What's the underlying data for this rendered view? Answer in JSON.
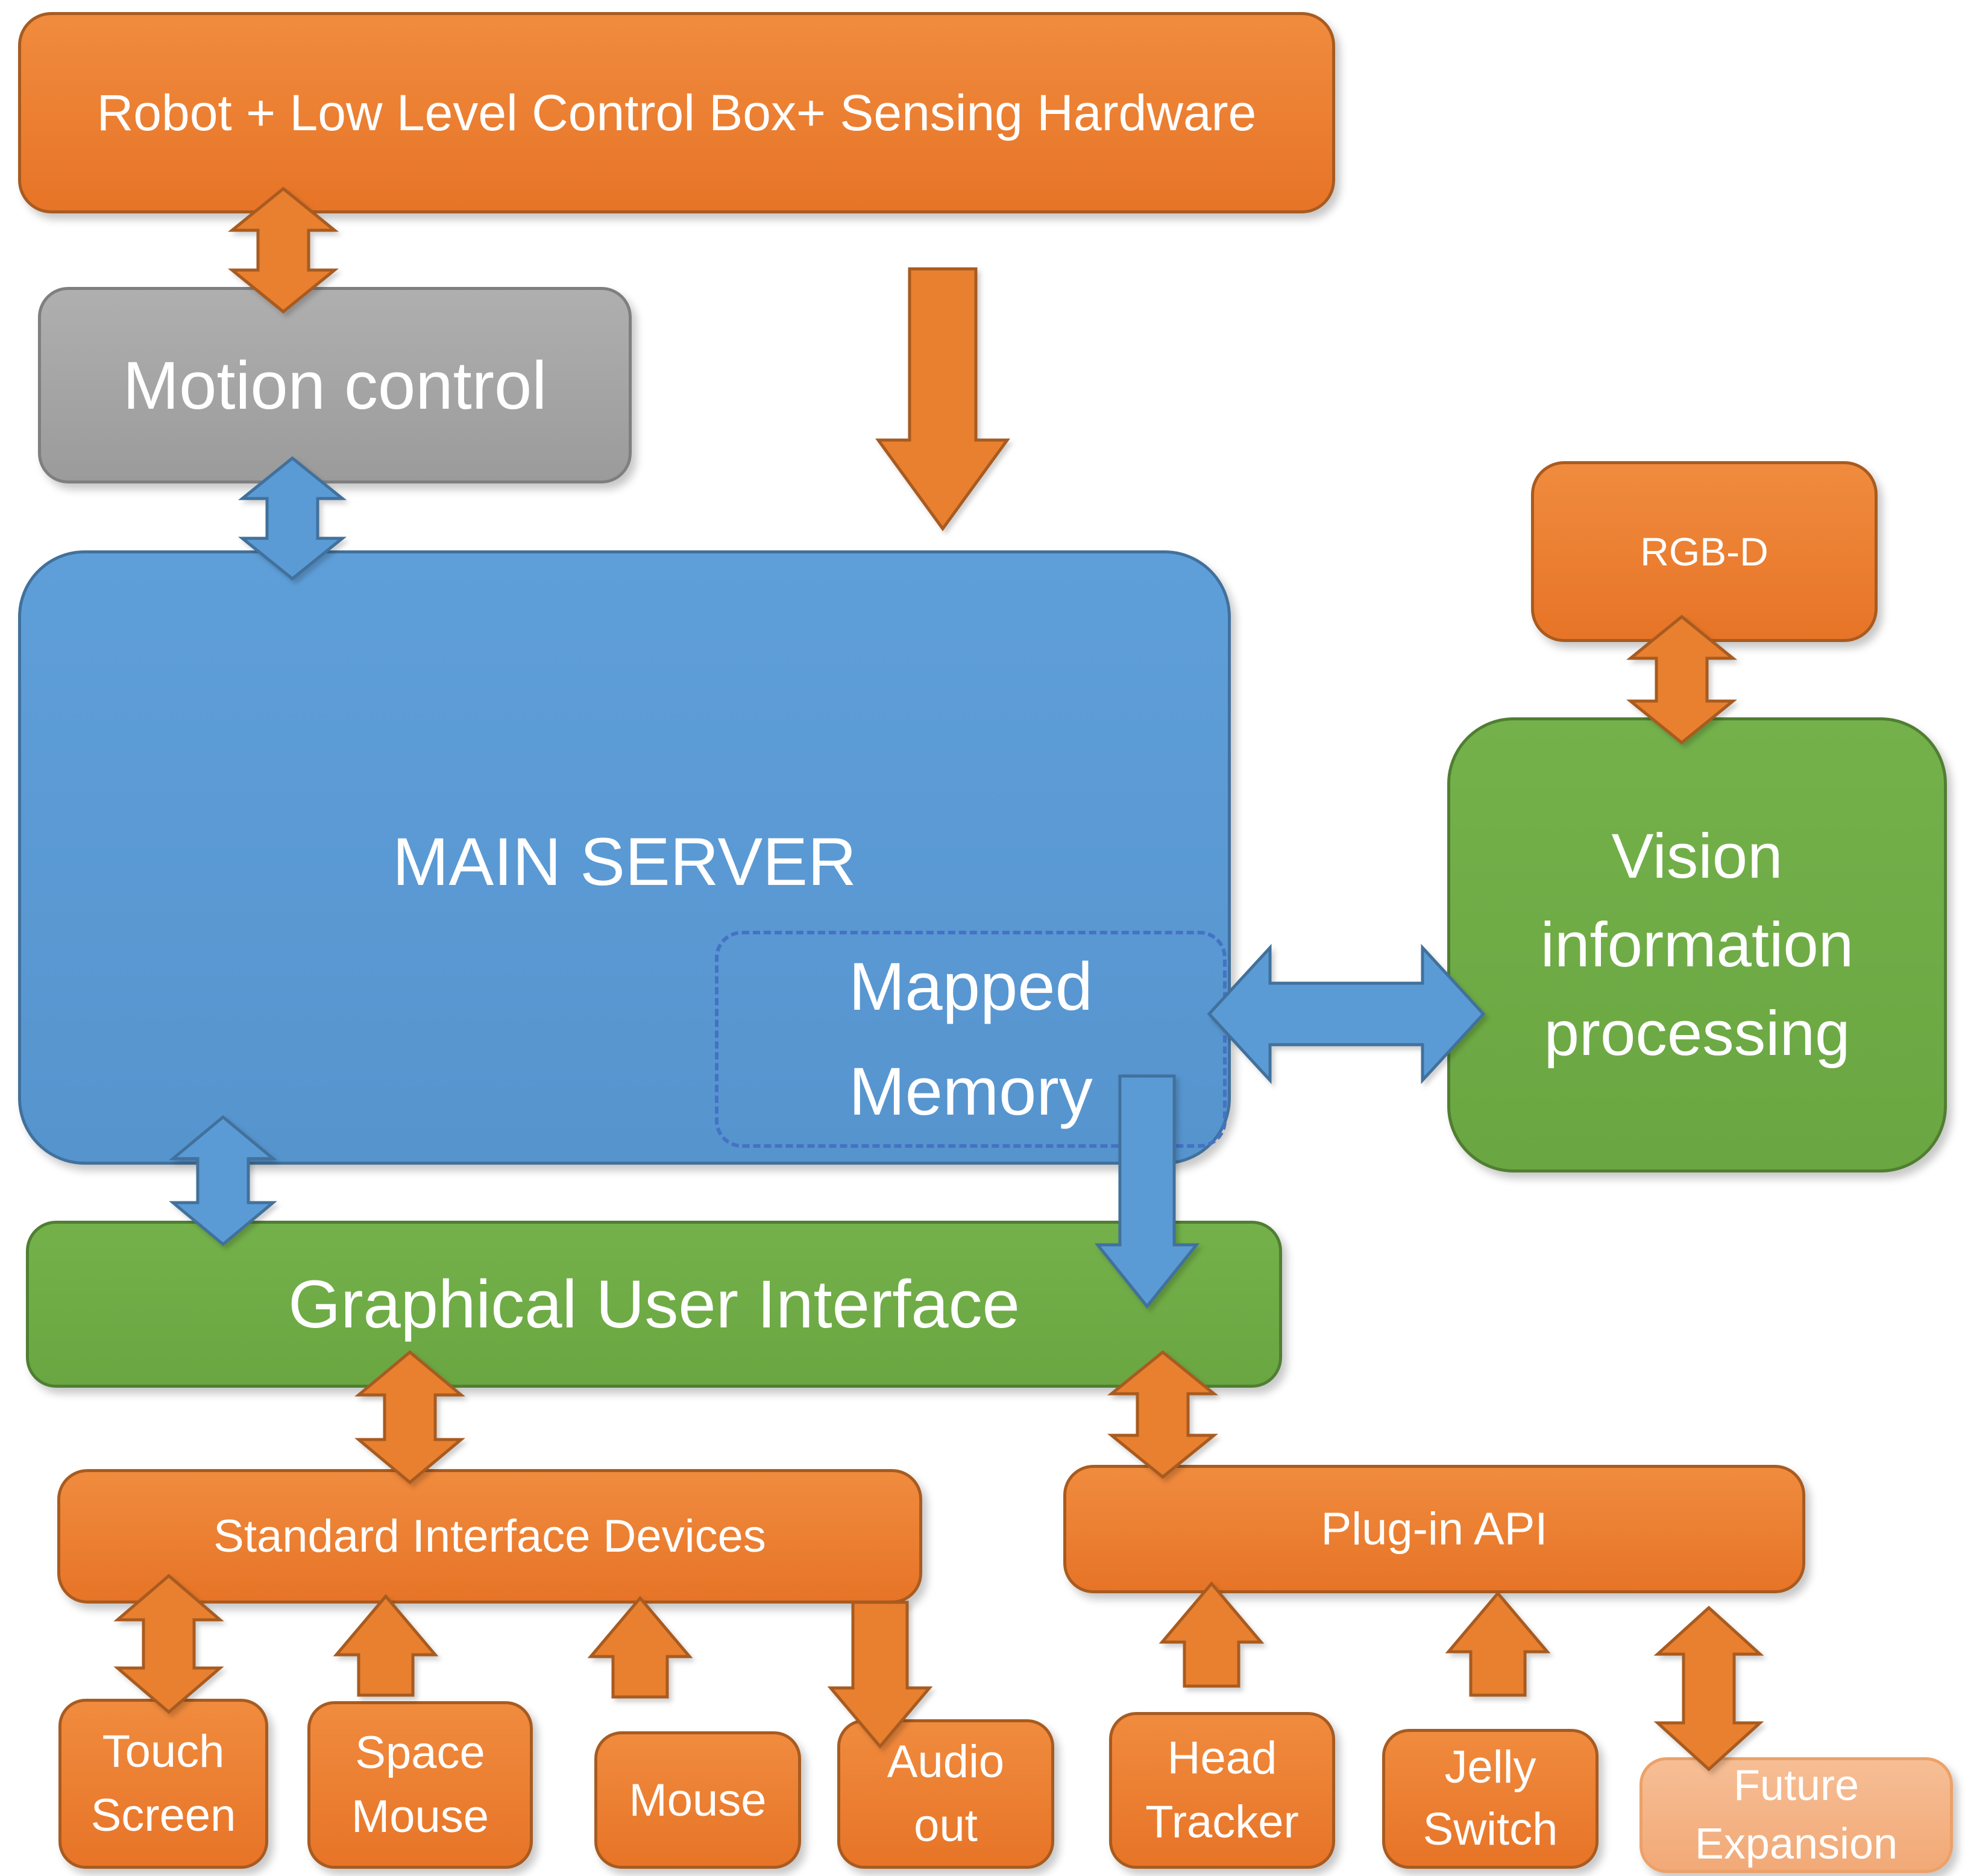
{
  "colors": {
    "orange": "#E8802F",
    "orange_light": "#F08B3E",
    "orange_dark": "#E77427",
    "orange_border": "#A85B20",
    "orange_pale": "#F4B183",
    "orange_pale_border": "#EDA168",
    "blue": "#5B9BD5",
    "blue_border": "#41719C",
    "green": "#70AD47",
    "green_border": "#507E32",
    "gray": "#A5A5A5",
    "gray_border": "#7F7F7F",
    "dash_blue": "#4472C4",
    "text_white": "#FFFFFF"
  },
  "nodes": {
    "robot": {
      "label": "Robot + Low Level Control Box+ Sensing Hardware"
    },
    "motion": {
      "label": "Motion control"
    },
    "server": {
      "label": "MAIN SERVER"
    },
    "mapped": {
      "label": "Mapped\nMemory"
    },
    "rgbd": {
      "label": "RGB-D"
    },
    "vision": {
      "label": "Vision\ninformation\nprocessing"
    },
    "gui": {
      "label": "Graphical User Interface"
    },
    "sid": {
      "label": "Standard Interface Devices"
    },
    "plugin": {
      "label": "Plug-in API"
    },
    "touch": {
      "label": "Touch\nScreen"
    },
    "space": {
      "label": "Space\nMouse"
    },
    "mouse": {
      "label": "Mouse"
    },
    "audio": {
      "label": "Audio\nout"
    },
    "head": {
      "label": "Head\nTracker"
    },
    "jelly": {
      "label": "Jelly\nSwitch"
    },
    "future": {
      "label": "Future\nExpansion"
    }
  },
  "connections": [
    {
      "from": "robot",
      "to": "motion",
      "color": "orange",
      "type": "double-vertical"
    },
    {
      "from": "robot",
      "to": "server",
      "color": "orange",
      "type": "single-down"
    },
    {
      "from": "motion",
      "to": "server",
      "color": "blue",
      "type": "double-vertical"
    },
    {
      "from": "server",
      "to": "gui",
      "color": "blue",
      "type": "double-vertical"
    },
    {
      "from": "mapped",
      "to": "gui",
      "color": "blue",
      "type": "single-down"
    },
    {
      "from": "server",
      "to": "vision",
      "color": "blue",
      "type": "double-horizontal"
    },
    {
      "from": "rgbd",
      "to": "vision",
      "color": "orange",
      "type": "double-vertical"
    },
    {
      "from": "gui",
      "to": "sid",
      "color": "orange",
      "type": "double-vertical"
    },
    {
      "from": "gui",
      "to": "plugin",
      "color": "orange",
      "type": "double-vertical"
    },
    {
      "from": "sid",
      "to": "touch",
      "color": "orange",
      "type": "double-vertical"
    },
    {
      "from": "space",
      "to": "sid",
      "color": "orange",
      "type": "single-up"
    },
    {
      "from": "mouse",
      "to": "sid",
      "color": "orange",
      "type": "single-up"
    },
    {
      "from": "sid",
      "to": "audio",
      "color": "orange",
      "type": "single-down"
    },
    {
      "from": "head",
      "to": "plugin",
      "color": "orange",
      "type": "single-up"
    },
    {
      "from": "jelly",
      "to": "plugin",
      "color": "orange",
      "type": "single-up"
    },
    {
      "from": "plugin",
      "to": "future",
      "color": "orange",
      "type": "double-vertical"
    }
  ]
}
